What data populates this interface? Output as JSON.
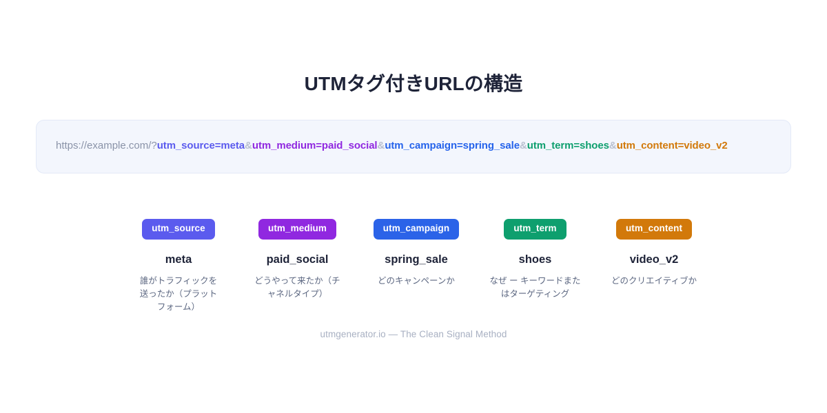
{
  "header": {
    "title": "UTMタグ付きURLの構造"
  },
  "url_card": {
    "base": "https://example.com/?",
    "separator": "&",
    "segments": [
      {
        "text": "utm_source=meta",
        "color": "#5b5bee"
      },
      {
        "text": "utm_medium=paid_social",
        "color": "#9028e0"
      },
      {
        "text": "utm_campaign=spring_sale",
        "color": "#2563eb"
      },
      {
        "text": "utm_term=shoes",
        "color": "#0e9f6e"
      },
      {
        "text": "utm_content=video_v2",
        "color": "#d2790a"
      }
    ],
    "background": "#f3f6fd",
    "border": "#e3e9f7"
  },
  "params": [
    {
      "badge": "utm_source",
      "value": "meta",
      "description": "誰がトラフィックを送ったか（プラットフォーム）",
      "color": "#5b5bee"
    },
    {
      "badge": "utm_medium",
      "value": "paid_social",
      "description": "どうやって来たか（チャネルタイプ）",
      "color": "#9028e0"
    },
    {
      "badge": "utm_campaign",
      "value": "spring_sale",
      "description": "どのキャンペーンか",
      "color": "#2b63e8"
    },
    {
      "badge": "utm_term",
      "value": "shoes",
      "description": "なぜ ー キーワードまたはターゲティング",
      "color": "#0e9f6e"
    },
    {
      "badge": "utm_content",
      "value": "video_v2",
      "description": "どのクリエイティブか",
      "color": "#d2790a"
    }
  ],
  "footer": {
    "text": "utmgenerator.io — The Clean Signal Method"
  }
}
